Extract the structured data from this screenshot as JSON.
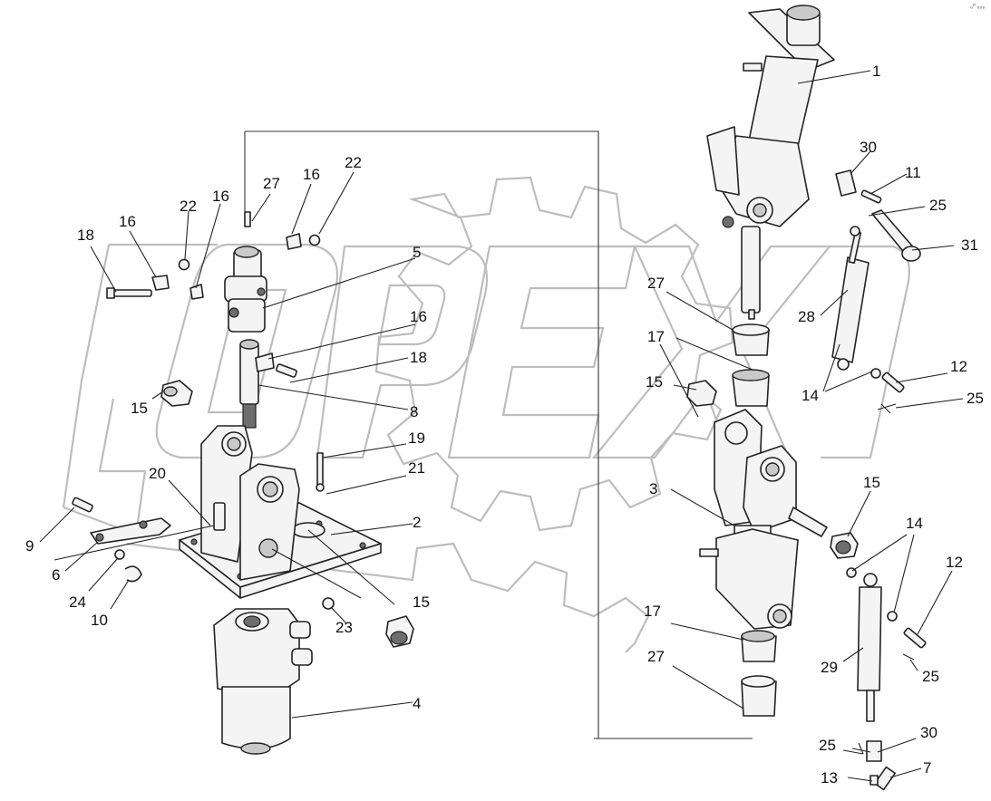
{
  "watermark": "OPEX",
  "corner_mark": "₀⁰ ₀₀₀",
  "labels": [
    "1",
    "2",
    "3",
    "4",
    "5",
    "6",
    "7",
    "8",
    "9",
    "10",
    "11",
    "12",
    "12",
    "13",
    "14",
    "14",
    "15",
    "15",
    "15",
    "15",
    "16",
    "16",
    "16",
    "16",
    "17",
    "17",
    "18",
    "18",
    "19",
    "20",
    "21",
    "22",
    "22",
    "23",
    "24",
    "25",
    "25",
    "25",
    "25",
    "27",
    "27",
    "27",
    "28",
    "29",
    "30",
    "30",
    "31"
  ]
}
